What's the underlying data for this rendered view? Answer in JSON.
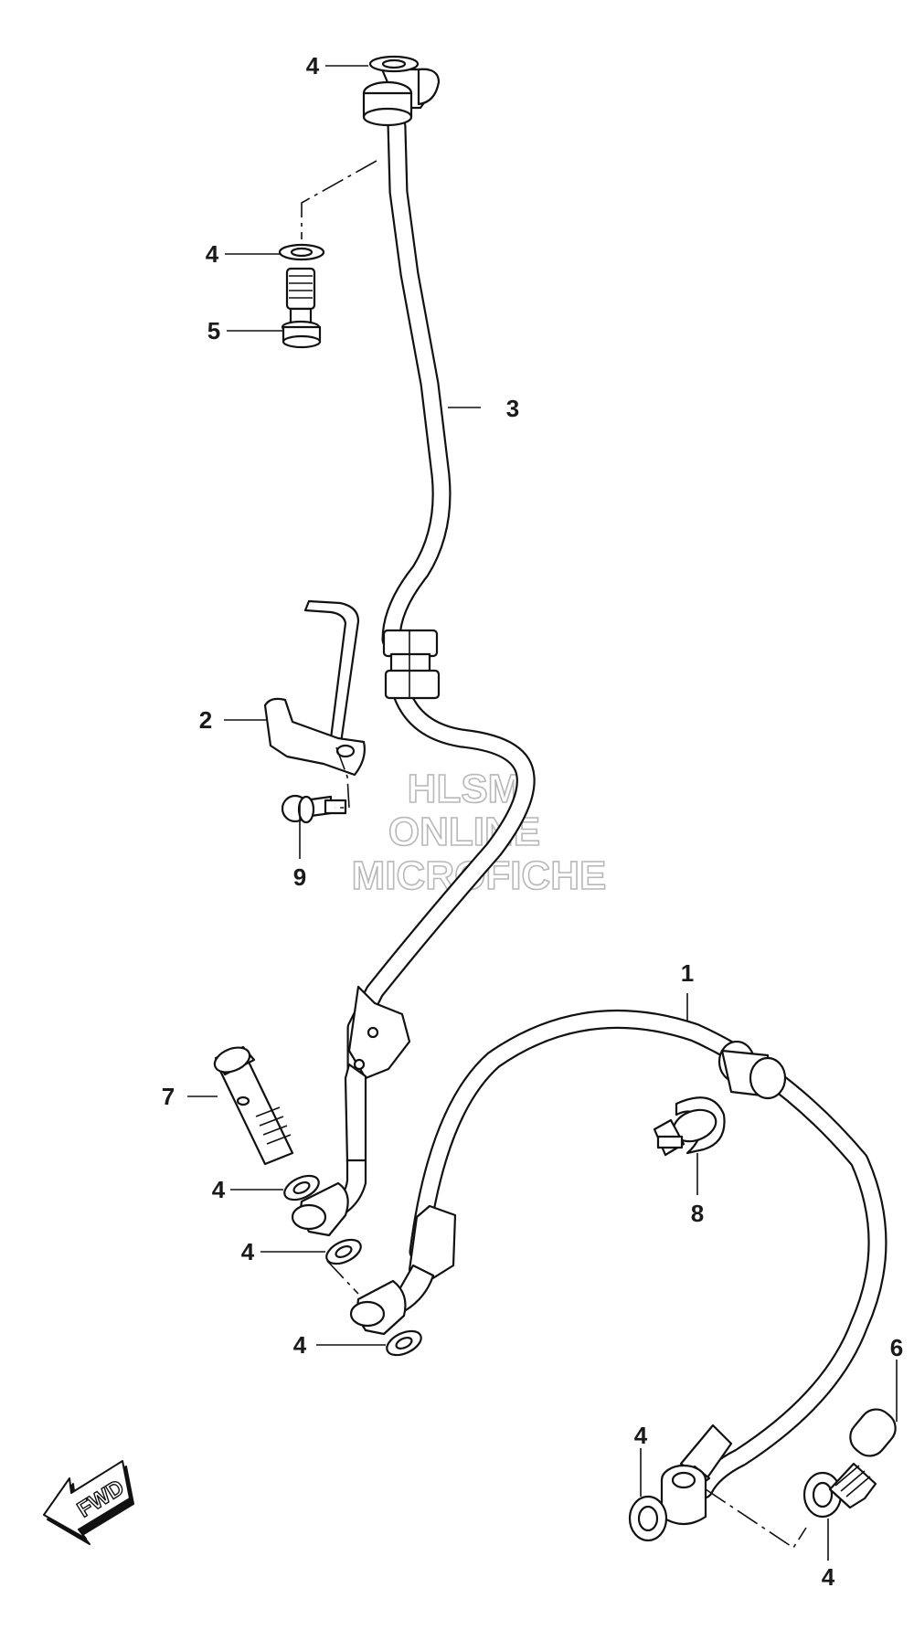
{
  "callouts": {
    "c1": "1",
    "c2": "2",
    "c3": "3",
    "c4_top": "4",
    "c4_upper": "4",
    "c5": "5",
    "c6": "6",
    "c7": "7",
    "c8": "8",
    "c9": "9",
    "c4_mid1": "4",
    "c4_mid2": "4",
    "c4_mid3": "4",
    "c4_right_top": "4",
    "c4_right_bottom": "4"
  },
  "watermark": {
    "line1": "HLSM",
    "line2": "ONLINE",
    "line3": "MICROFICHE"
  },
  "fwd_label": "FWD",
  "colors": {
    "ink": "#111111",
    "watermark_outline": "#b8b8b8",
    "background": "#ffffff"
  }
}
